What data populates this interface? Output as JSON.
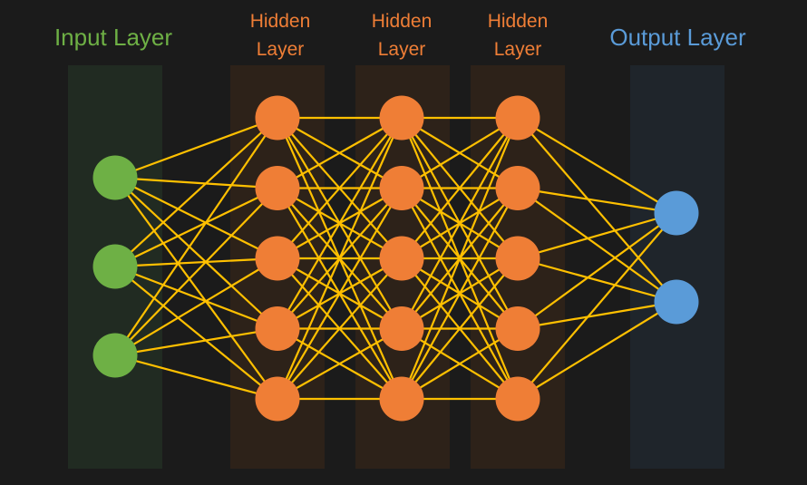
{
  "colors": {
    "background": "#1b1b1b",
    "input": "#6eb045",
    "hidden": "#ef7e36",
    "output": "#5a9bd8",
    "connection": "#ffc000",
    "input_band": "#212b22",
    "hidden_band": "#2d2219",
    "output_band": "#1f252b"
  },
  "layers": [
    {
      "kind": "input",
      "label_lines": [
        "Input Layer"
      ],
      "nodes": 3
    },
    {
      "kind": "hidden",
      "label_lines": [
        "Hidden",
        "Layer"
      ],
      "nodes": 5
    },
    {
      "kind": "hidden",
      "label_lines": [
        "Hidden",
        "Layer"
      ],
      "nodes": 5
    },
    {
      "kind": "hidden",
      "label_lines": [
        "Hidden",
        "Layer"
      ],
      "nodes": 5
    },
    {
      "kind": "output",
      "label_lines": [
        "Output Layer"
      ],
      "nodes": 2
    }
  ]
}
